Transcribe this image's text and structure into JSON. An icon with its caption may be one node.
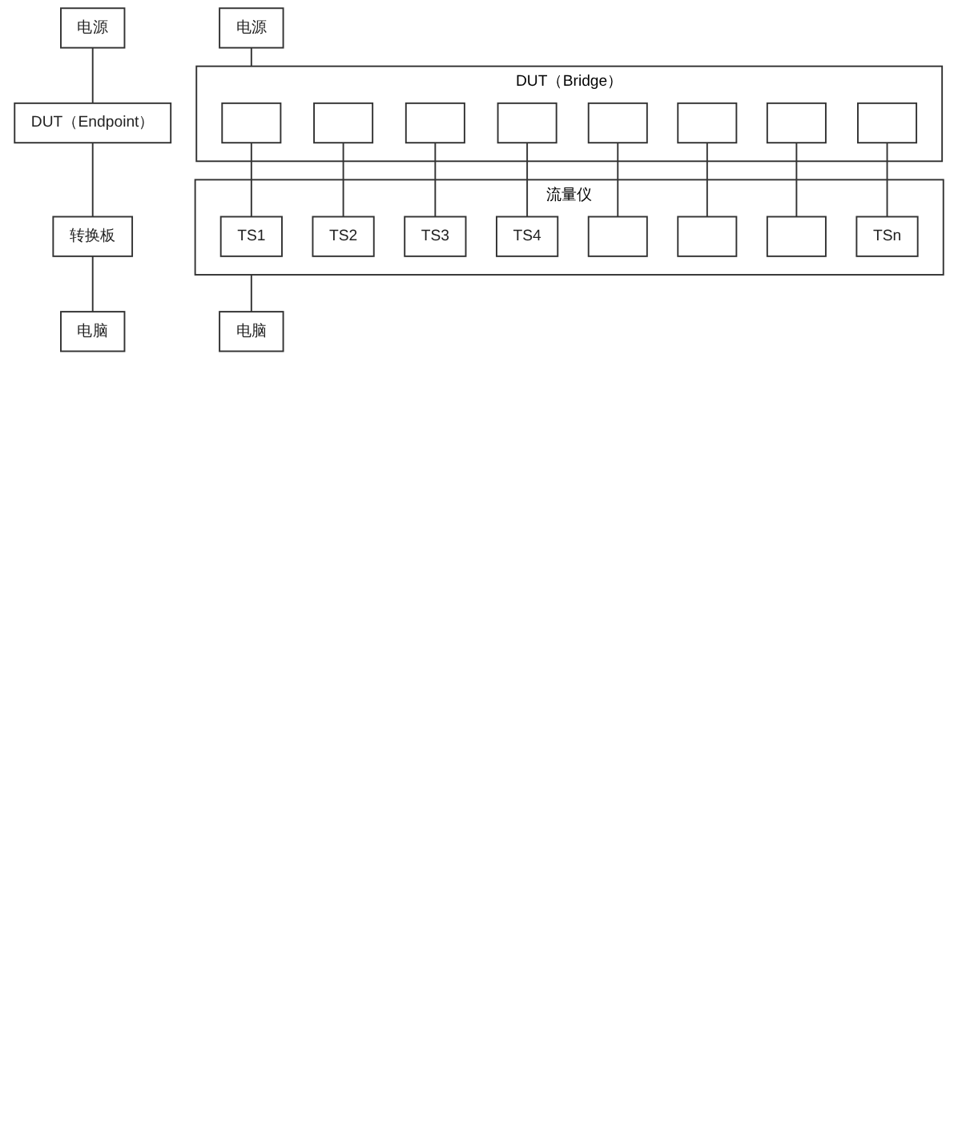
{
  "diagram": {
    "nodes": [
      {
        "text": [
          "电源"
        ]
      },
      {
        "text": [
          "DUT（Endpoint）"
        ]
      },
      {
        "text": [
          "转换板"
        ]
      },
      {
        "text": [
          "电脑"
        ]
      },
      {
        "text": [
          "电源"
        ]
      },
      {
        "text": [
          "DUT（Bridge）"
        ]
      },
      {
        "text": [],
        "shape": "box",
        "in": 5
      },
      {
        "text": [],
        "shape": "box",
        "in": 5
      },
      {
        "text": [],
        "shape": "box",
        "in": 5
      },
      {
        "text": [],
        "shape": "box",
        "in": 5
      },
      {
        "text": [],
        "shape": "box",
        "in": 5
      },
      {
        "text": [],
        "shape": "box",
        "in": 5
      },
      {
        "text": [],
        "shape": "box",
        "in": 5
      },
      {
        "text": [],
        "shape": "box",
        "in": 5
      },
      {
        "text": [
          "流量仪"
        ]
      },
      {
        "text": [
          "TS1"
        ],
        "in": 14
      },
      {
        "text": [
          "TS2"
        ],
        "in": 14
      },
      {
        "text": [
          "TS3"
        ],
        "in": 14
      },
      {
        "text": [
          "TS4"
        ],
        "in": 14
      },
      {
        "text": [],
        "shape": "box",
        "in": 14
      },
      {
        "text": [],
        "shape": "box",
        "in": 14
      },
      {
        "text": [],
        "shape": "box",
        "in": 14
      },
      {
        "text": [
          "TSn"
        ],
        "in": 14
      },
      {
        "text": [
          "电脑"
        ]
      }
    ],
    "edges": [
      {
        "from": 0,
        "to": 1,
        "arrow": "none"
      },
      {
        "from": 1,
        "to": 2,
        "arrow": "none"
      },
      {
        "from": 2,
        "to": 3,
        "arrow": "none"
      },
      {
        "from": 4,
        "to": 5,
        "arrow": "none"
      },
      {
        "from": 6,
        "to": 15,
        "arrow": "none"
      },
      {
        "from": 7,
        "to": 16,
        "arrow": "none"
      },
      {
        "from": 8,
        "to": 17,
        "arrow": "none"
      },
      {
        "from": 9,
        "to": 18,
        "arrow": "none"
      },
      {
        "from": 10,
        "to": 19,
        "arrow": "none"
      },
      {
        "from": 11,
        "to": 20,
        "arrow": "none"
      },
      {
        "from": 12,
        "to": 21,
        "arrow": "none"
      },
      {
        "from": 13,
        "to": 22,
        "arrow": "none"
      },
      {
        "from": 14,
        "to": 23,
        "arrow": "none"
      }
    ]
  }
}
